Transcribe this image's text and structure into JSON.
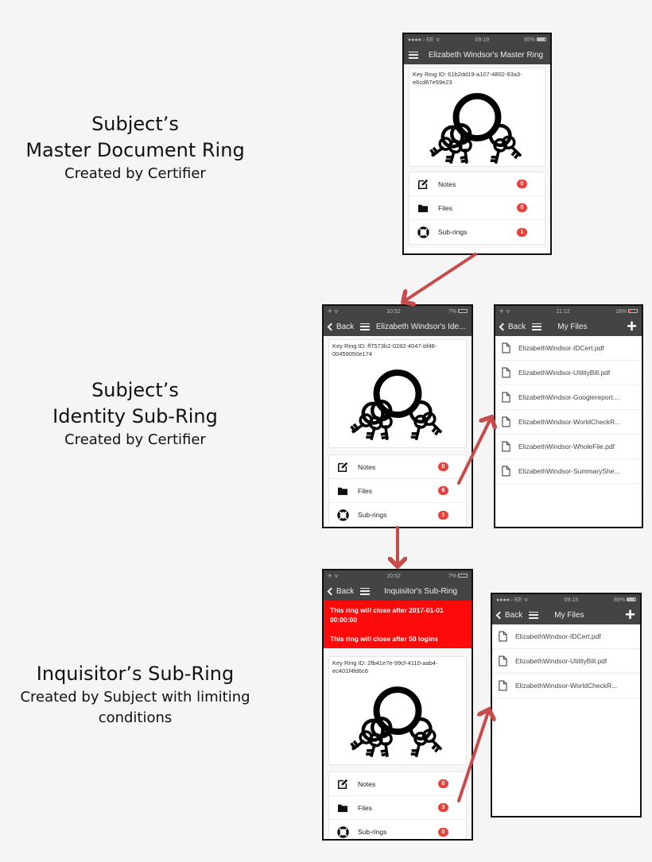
{
  "colors": {
    "arrow": "#c84b4b",
    "navbar": "#444444",
    "badge": "#e8413a",
    "alert": "#ff0a0a"
  },
  "captions": [
    {
      "title_line1": "Subject’s",
      "title_line2": "Master Document Ring",
      "subtitle": "Created by Certifier"
    },
    {
      "title_line1": "Subject’s",
      "title_line2": "Identity Sub-Ring",
      "subtitle": "Created by Certifier"
    },
    {
      "title_line1": "Inquisitor’s Sub-Ring",
      "subtitle_line1": "Created by Subject with limiting",
      "subtitle_line2": "conditions"
    }
  ],
  "master_ring": {
    "status": {
      "carrier": "●●●●○ EE ᯤ",
      "time": "09:19",
      "battery": "85%"
    },
    "nav_title": "Elizabeth Windsor's Master Ring",
    "key_ring_id": "Key Ring ID: 61b2dd19-a107-4802-93a3-e6cd67e59e23",
    "menu": [
      {
        "icon": "edit-icon",
        "label": "Notes",
        "count": "0"
      },
      {
        "icon": "folder-icon",
        "label": "Files",
        "count": "0"
      },
      {
        "icon": "lifebuoy-icon",
        "label": "Sub-rings",
        "count": "1"
      }
    ]
  },
  "identity_ring": {
    "status": {
      "carrier": "✈ ᯤ",
      "time": "10:52",
      "battery": "7%"
    },
    "back_label": "Back",
    "nav_title": "Elizabeth Windsor's Ide...",
    "key_ring_id": "Key Ring ID: ff7573b2-0282-4047-bf48-00459050e174",
    "menu": [
      {
        "icon": "edit-icon",
        "label": "Notes",
        "count": "0"
      },
      {
        "icon": "folder-icon",
        "label": "Files",
        "count": "6"
      },
      {
        "icon": "lifebuoy-icon",
        "label": "Sub-rings",
        "count": "1"
      }
    ]
  },
  "identity_files": {
    "status": {
      "carrier": "✈ ᯤ",
      "time": "11:12",
      "battery": "18%"
    },
    "back_label": "Back",
    "nav_title": "My Files",
    "add_label": "+",
    "files": [
      "ElizabethWindsor-IDCert.pdf",
      "ElizabethWindsor-UtilityBill.pdf",
      "ElizabethWindsor-Googlereport....",
      "ElizabethWindsor-WorldCheckR...",
      "ElizabethWindsor-WholeFile.pdf",
      "ElizabethWindsor-SummaryShe..."
    ]
  },
  "inquisitor_ring": {
    "status": {
      "carrier": "✈ ᯤ",
      "time": "10:52",
      "battery": "7%"
    },
    "back_label": "Back",
    "nav_title": "Inquisitor's Sub-Ring",
    "alerts": [
      "This ring will close after 2017-01-01 00:00:00",
      "This ring will close after 50 logins"
    ],
    "key_ring_id": "Key Ring ID: 2fb41e7e-99cf-4110-aab4-ec401f4fd6c6",
    "menu": [
      {
        "icon": "edit-icon",
        "label": "Notes",
        "count": "0"
      },
      {
        "icon": "folder-icon",
        "label": "Files",
        "count": "3"
      },
      {
        "icon": "lifebuoy-icon",
        "label": "Sub-rings",
        "count": "0"
      }
    ]
  },
  "inquisitor_files": {
    "status": {
      "carrier": "●●●●○ EE ᯤ",
      "time": "09:15",
      "battery": "86%"
    },
    "back_label": "Back",
    "nav_title": "My Files",
    "add_label": "+",
    "files": [
      "ElizabethWindsor-IDCert.pdf",
      "ElizabethWindsor-UtilityBill.pdf",
      "ElizabethWindsor-WorldCheckR..."
    ]
  }
}
